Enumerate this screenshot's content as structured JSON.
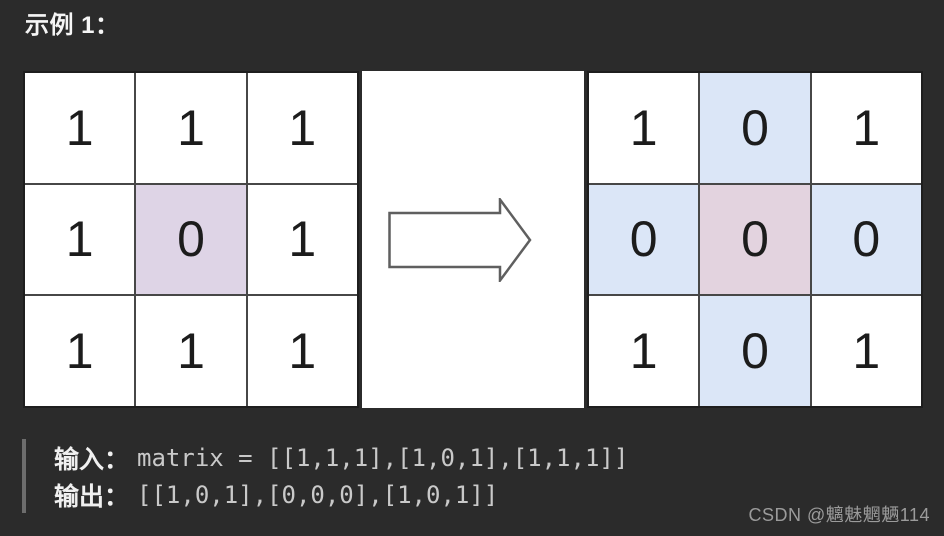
{
  "title": "示例 1：",
  "figure": {
    "matrices": [
      {
        "name": "input-matrix",
        "values": [
          [
            "1",
            "1",
            "1"
          ],
          [
            "1",
            "0",
            "1"
          ],
          [
            "1",
            "1",
            "1"
          ]
        ],
        "cell_styles": [
          [
            "white",
            "white",
            "white"
          ],
          [
            "white",
            "purple",
            "white"
          ],
          [
            "white",
            "white",
            "white"
          ]
        ]
      },
      {
        "name": "output-matrix",
        "values": [
          [
            "1",
            "0",
            "1"
          ],
          [
            "0",
            "0",
            "0"
          ],
          [
            "1",
            "0",
            "1"
          ]
        ],
        "cell_styles": [
          [
            "white",
            "blue",
            "white"
          ],
          [
            "blue",
            "pink",
            "blue"
          ],
          [
            "white",
            "blue",
            "white"
          ]
        ]
      }
    ],
    "arrow_icon": "right-arrow"
  },
  "io": {
    "input_label": "输入：",
    "input_value": "matrix = [[1,1,1],[1,0,1],[1,1,1]]",
    "output_label": "输出：",
    "output_value": "[[1,0,1],[0,0,0],[1,0,1]]"
  },
  "watermark": "CSDN @魑魅魍魉114",
  "colors": {
    "background": "#2b2b2b",
    "grid_line": "#474747",
    "matrix_border": "#1e1e1e",
    "cell_white": "#ffffff",
    "cell_purple": "#ded4e6",
    "cell_blue": "#dbe6f7",
    "cell_pink": "#e3d3df",
    "arrow_outline": "#5f5f5f",
    "arrow_fill": "#ffffff"
  }
}
